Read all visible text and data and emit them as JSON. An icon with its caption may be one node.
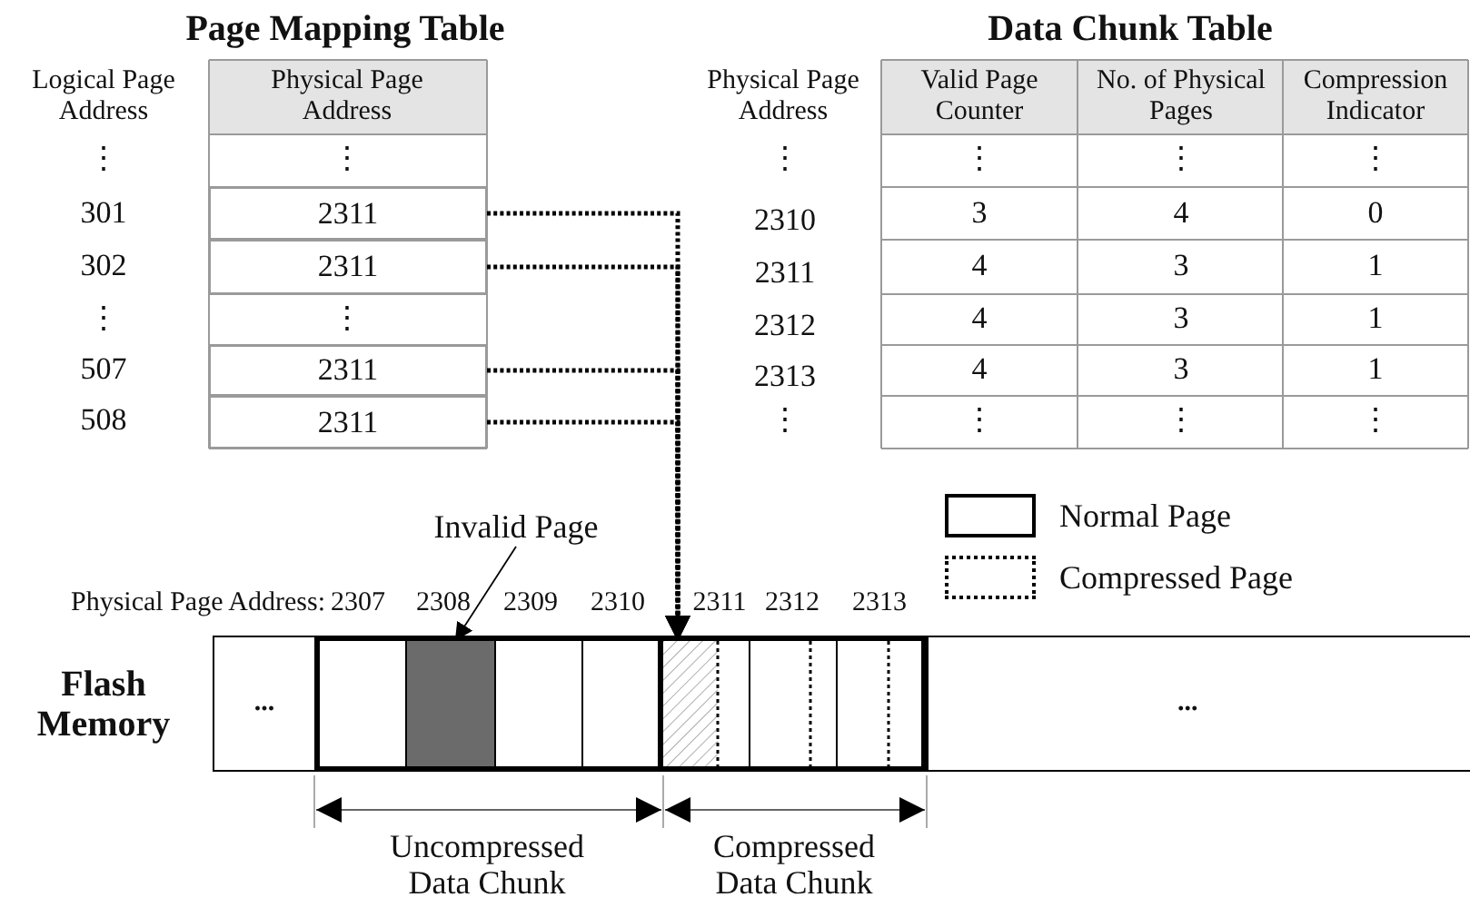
{
  "diagram": {
    "nodes": [
      {
        "text": [
          "2311"
        ]
      },
      {
        "text": [
          "2311"
        ]
      },
      {
        "text": [
          "2311"
        ]
      },
      {
        "text": [
          "2311"
        ]
      },
      {
        "text": [
          "Invalid Page"
        ]
      },
      {
        "text": [
          "..."
        ]
      },
      {
        "text": [],
        "shape": "box"
      },
      {
        "text": [],
        "shape": "box",
        "in": 6
      },
      {
        "text": [],
        "shape": "box",
        "in": 6
      },
      {
        "text": [],
        "shape": "box",
        "in": 6
      },
      {
        "text": [],
        "shape": "box",
        "in": 6
      },
      {
        "text": [],
        "shape": "box"
      },
      {
        "text": [],
        "shape": "box",
        "in": 11
      },
      {
        "text": [],
        "shape": "box",
        "in": 11
      },
      {
        "text": [],
        "shape": "box",
        "in": 11
      },
      {
        "text": [
          "..."
        ]
      }
    ],
    "edges": [
      {
        "from": 0,
        "to": 12,
        "arrow": "to",
        "style": "dashed"
      },
      {
        "from": 1,
        "to": 12,
        "arrow": "to",
        "style": "dashed"
      },
      {
        "from": 2,
        "to": 12,
        "arrow": "to",
        "style": "dashed"
      },
      {
        "from": 3,
        "to": 12,
        "arrow": "to",
        "style": "dashed"
      },
      {
        "from": 4,
        "to": 8,
        "arrow": "to"
      }
    ],
    "labels": [
      "Page Mapping Table",
      "Logical Page Address",
      "Physical Page Address",
      "⋮",
      "⋮",
      "301",
      "302",
      "⋮",
      "⋮",
      "507",
      "508",
      "Data Chunk Table",
      "Physical Page Address",
      "Valid Page Counter",
      "No. of Physical Pages",
      "Compression Indicator",
      "⋮",
      "⋮",
      "⋮",
      "⋮",
      "2310",
      "3",
      "4",
      "0",
      "2311",
      "4",
      "3",
      "1",
      "2312",
      "4",
      "3",
      "1",
      "2313",
      "4",
      "3",
      "1",
      "⋮",
      "⋮",
      "⋮",
      "⋮",
      "Physical Page Address:",
      "2307",
      "2308",
      "2309",
      "2310",
      "2311",
      "2312",
      "2313",
      "Flash Memory",
      "Uncompressed Data Chunk",
      "Compressed Data Chunk"
    ],
    "legend": [
      {
        "text": "Normal Page"
      },
      {
        "text": "Compressed Page"
      }
    ]
  }
}
